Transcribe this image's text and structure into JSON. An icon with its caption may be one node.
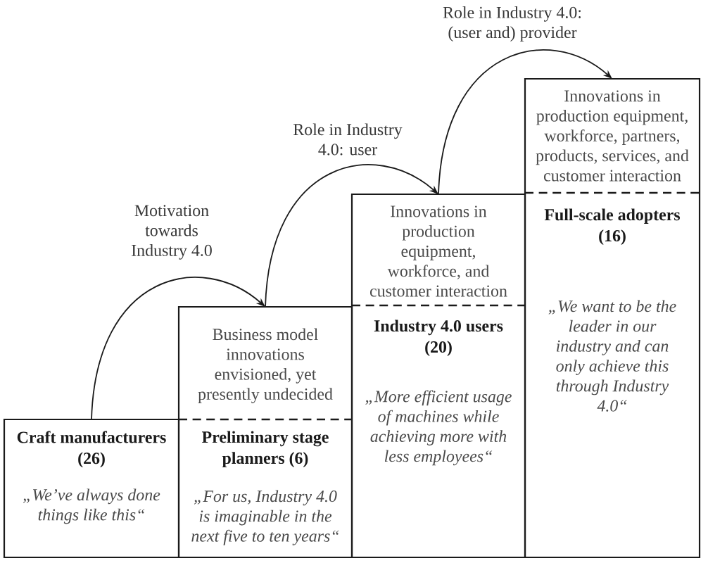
{
  "diagram": {
    "nodes": [
      {
        "text": [
          "Craft manufacturers (26)",
          "„We’ve always done things like this“"
        ]
      },
      {
        "text": [
          "Business model innovations envisioned, yet presently undecided",
          "Preliminary stage planners (6)",
          "„For us, Industry 4.0 is imaginable in the next five to ten years“"
        ]
      },
      {
        "text": [
          "Innovations in production equipment, workforce, and customer interaction",
          "Industry 4.0 users (20)",
          "„More efficient usage of machines while achieving more with less employees“"
        ]
      },
      {
        "text": [
          "Innovations in production equipment, workforce, partners, products, services, and customer interaction",
          "Full-scale adopters (16)",
          "„We want to be the leader in our industry and can only achieve this through Industry 4.0“"
        ]
      }
    ],
    "edges": [
      {
        "from": 0,
        "to": 1,
        "arrow": "to",
        "label": "Motivation towards Industry 4.0"
      },
      {
        "from": 1,
        "to": 2,
        "arrow": "to",
        "label": "Role in Industry 4.0: user"
      },
      {
        "from": 2,
        "to": 3,
        "arrow": "to",
        "label": "Role in Industry 4.0: (user and) provider"
      }
    ]
  }
}
